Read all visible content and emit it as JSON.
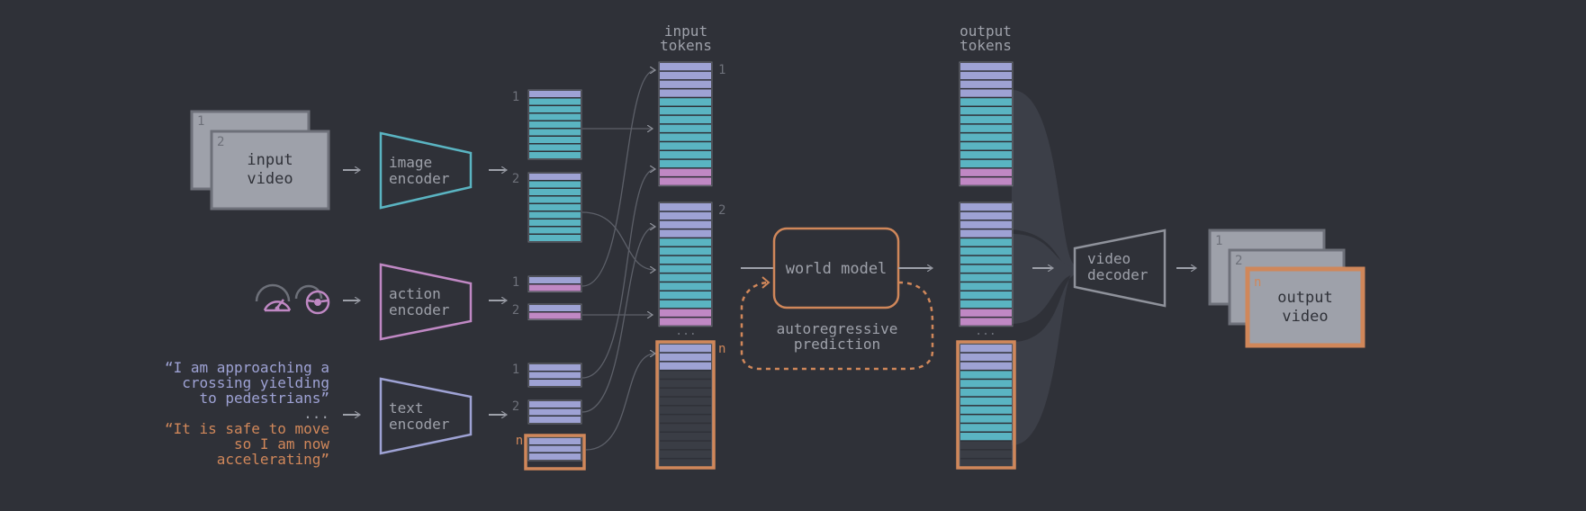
{
  "colors": {
    "background": "#2f3138",
    "frame_fill": "#9ea1aa",
    "frame_border": "#6d7079",
    "text_dark": "#2f3138",
    "text_muted": "#8f929b",
    "arrow": "#9ea1aa",
    "cyan": "#5ab4c2",
    "pink": "#c088c4",
    "lavender": "#9ea2d4",
    "orange": "#d0875a",
    "dark_slot": "#3a3d45"
  },
  "input_video": {
    "frame1": "1",
    "frame2": "2",
    "label_line1": "input",
    "label_line2": "video"
  },
  "image_encoder": {
    "line1": "image",
    "line2": "encoder"
  },
  "action_encoder": {
    "line1": "action",
    "line2": "encoder",
    "icons": [
      "speedometer-icon",
      "steering-wheel-icon"
    ]
  },
  "text_encoder": {
    "line1": "text",
    "line2": "encoder"
  },
  "text_input": {
    "quote1": [
      "“I am approaching a",
      "crossing yielding",
      "to pedestrians”"
    ],
    "ellipsis": "...",
    "quote2": [
      "“It is safe to move",
      "so I am now",
      "accelerating”"
    ]
  },
  "encoder_outputs": {
    "image_tokens": [
      "1",
      "2"
    ],
    "action_tokens": [
      "1",
      "2"
    ],
    "text_tokens": [
      "1",
      "2",
      "n"
    ]
  },
  "input_tokens": {
    "title_line1": "input",
    "title_line2": "tokens",
    "blocks": [
      "1",
      "2",
      "n"
    ],
    "ellipsis": "..."
  },
  "output_tokens": {
    "title_line1": "output",
    "title_line2": "tokens",
    "ellipsis": "..."
  },
  "world_model": {
    "label": "world model",
    "loop_line1": "autoregressive",
    "loop_line2": "prediction"
  },
  "video_decoder": {
    "line1": "video",
    "line2": "decoder"
  },
  "output_video": {
    "frame1": "1",
    "frame2": "2",
    "frame3": "n",
    "label_line1": "output",
    "label_line2": "video"
  }
}
